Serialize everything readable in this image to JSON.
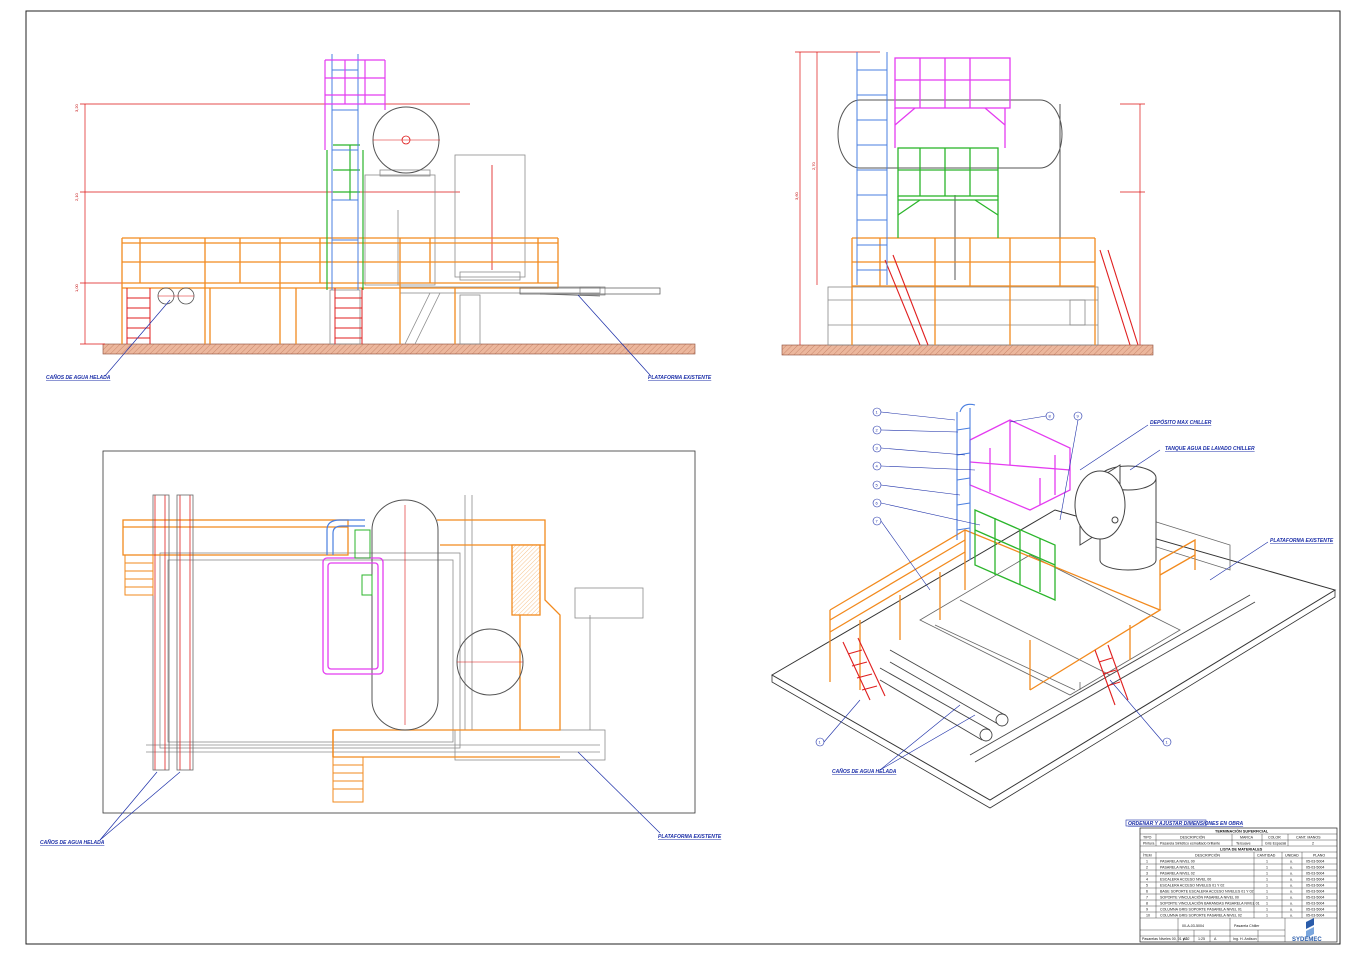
{
  "labels": {
    "front_left": "CAÑOS DE AGUA HELADA",
    "front_right": "PLATAFORMA EXISTENTE",
    "plan_left": "CAÑOS DE AGUA HELADA",
    "plan_right": "PLATAFORMA EXISTENTE",
    "iso_chiller": "DEPÓSITO MAX CHILLER",
    "iso_tank": "TANQUE AGUA DE LAVADO CHILLER",
    "iso_platform": "PLATAFORMA EXISTENTE",
    "iso_pipes": "CAÑOS DE AGUA HELADA"
  },
  "dims": {
    "front": [
      "3,20",
      "2,10",
      "1,00"
    ],
    "side": [
      "3,60",
      "2,70"
    ]
  },
  "bubbles": [
    "1",
    "2",
    "3",
    "4",
    "5",
    "6",
    "7",
    "8",
    "9",
    "1",
    "1"
  ],
  "colors": {
    "orange": "#f28a1e",
    "magenta": "#e43cf0",
    "green": "#2bb52b",
    "blue": "#4a7fe0",
    "red": "#e01f1f",
    "grey": "#8c8c8c",
    "ground": "#e7a98c",
    "ink": "#1c2fa8"
  },
  "title_block": {
    "header": "ORDENAR Y AJUSTAR DIMENSIONES EN OBRA",
    "section1": "TERMINACIÓN SUPERFICIAL",
    "cols1": [
      "TIPO",
      "DESCRIPCIÓN",
      "MARCA",
      "COLOR",
      "CANT. MANOS"
    ],
    "row1": [
      "Pintura",
      "Pasarela Sintético esmaltado brillante",
      "Tersuave",
      "Gris Espacial",
      "2"
    ],
    "section2": "LISTA DE MATERIALES",
    "cols2": [
      "ÍTEM",
      "DESCRIPCIÓN",
      "CANTIDAD",
      "UNIDAD",
      "PLANO"
    ],
    "items": [
      [
        "1",
        "PASARELA NIVEL 00",
        "1",
        "u.",
        "05-03-5004"
      ],
      [
        "2",
        "PASARELA NIVEL 01",
        "1",
        "u.",
        "05-03-5004"
      ],
      [
        "3",
        "PASARELA NIVEL 02",
        "1",
        "u.",
        "05-03-5004"
      ],
      [
        "4",
        "ESCALERA ACCESO NIVEL 00",
        "1",
        "u.",
        "05-03-5004"
      ],
      [
        "5",
        "ESCALERA ACCESO NIVELES 01 Y 02",
        "1",
        "u.",
        "05-03-5004"
      ],
      [
        "6",
        "BASE SOPORTE ESCALERA ACCESO NIVELES 01 Y 02",
        "1",
        "u.",
        "05-03-5004"
      ],
      [
        "7",
        "SOPORTE VINCULACIÓN PASARELA NIVEL 00",
        "1",
        "u.",
        "05-03-5004"
      ],
      [
        "8",
        "SOPORTE VINCULACIÓN BARANDAS PASARELA NIVEL 01",
        "1",
        "u.",
        "05-03-5004"
      ],
      [
        "9",
        "COLUMNA GRIS SOPORTE PASARELA NIVEL 01",
        "1",
        "u.",
        "05-03-5004"
      ],
      [
        "10",
        "COLUMNA GRIS SOPORTE PASARELA NIVEL 02",
        "1",
        "u.",
        "05-03-5004"
      ]
    ],
    "plano": "00-A-03-5004",
    "titulo": "Pasarela Chiller",
    "subtitulo": "Pasarelas Niveles 00, 01 y 02",
    "escala": "1:25",
    "formato": "A3",
    "revision": "A",
    "dibujo": "Ing. H. Ardison",
    "logo": "SYDEMEC"
  }
}
